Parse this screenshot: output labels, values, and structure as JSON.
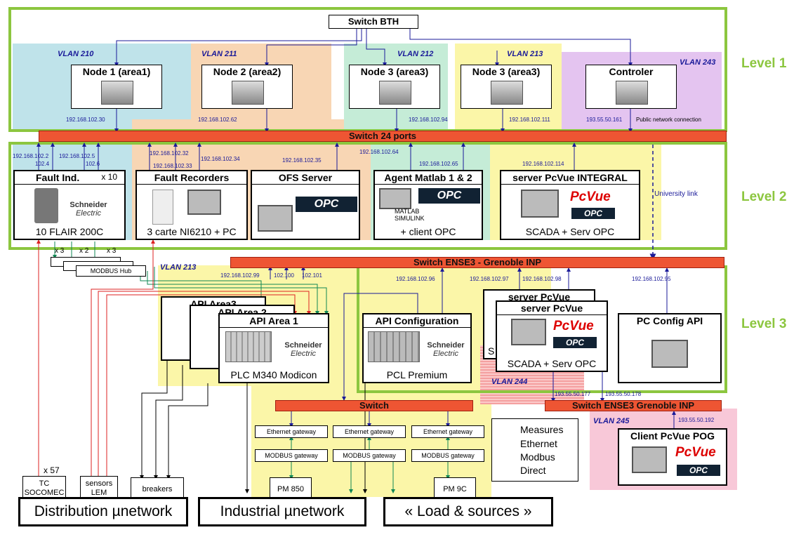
{
  "colors": {
    "level_border": "#8cc63f",
    "switch": "#ee5533",
    "ethernet": "#1a1a99",
    "measures": "#dd2222",
    "modbus": "#118855",
    "direct": "#000000"
  },
  "vlans": {
    "v210": "VLAN 210",
    "v211": "VLAN 211",
    "v212": "VLAN 212",
    "v213a": "VLAN 213",
    "v243": "VLAN 243",
    "v213b": "VLAN 213",
    "v244": "VLAN 244",
    "v245": "VLAN 245"
  },
  "levels": {
    "l1": "Level 1",
    "l2": "Level 2",
    "l3": "Level 3"
  },
  "switches": {
    "bth": "Switch BTH",
    "s24": "Switch 24 ports",
    "ense3": "Switch ENSE3 - Grenoble INP",
    "ense3b": "Switch ENSE3 Grenoble INP",
    "sw": "Switch"
  },
  "level1_nodes": [
    {
      "title": "Node 1 (area1)",
      "ip": "192.168.102.30"
    },
    {
      "title": "Node 2 (area2)",
      "ip": "192.168.102.62"
    },
    {
      "title": "Node 3 (area3)",
      "ip": "192.168.102.94"
    },
    {
      "title": "Node 3 (area3)",
      "ip": "192.168.102.111"
    },
    {
      "title": "Controler",
      "ip": "193.55.50.161",
      "extra": "Public network connection"
    }
  ],
  "level2": {
    "fault_ind": {
      "title": "Fault Ind.",
      "mult": "x 10",
      "bottom": "10 FLAIR 200C",
      "brand": "Schneider",
      "brand2": "Electric"
    },
    "fault_rec": {
      "title": "Fault Recorders",
      "bottom": "3 carte NI6210 + PC"
    },
    "ofs": {
      "title": "OFS Server"
    },
    "agent": {
      "title": "Agent Matlab 1 & 2",
      "bottom": "+ client OPC",
      "matlab": "MATLAB",
      "simulink": "SIMULINK"
    },
    "pcvue": {
      "title": "server PcVue INTEGRAL",
      "bottom": "SCADA + Serv OPC"
    },
    "univ": "University link",
    "opc": "OPC",
    "pcvue_logo": "PcVue",
    "ips": [
      "192.168.102.2",
      "102.4",
      "192.168.102.5",
      "102.6",
      "192.168.102.32",
      "192.168.102.33",
      "192.168.102.34",
      "192.168.102.35",
      "192.168.102.64",
      "192.168.102.65",
      "192.168.102.114"
    ]
  },
  "hub": {
    "mults": [
      "x 3",
      "x 2",
      "x 3"
    ],
    "label": "MODBUS Hub"
  },
  "level3": {
    "api3": "API Area3",
    "api2": "API Area 2",
    "api1": "API Area 1",
    "api_bottom": "PLC M340 Modicon",
    "apic": "API Configuration",
    "apic_bottom": "PCL Premium",
    "srv1": "server PcVue",
    "srv2": "server PcVue",
    "srv_bottom": "SCADA + Serv OPC",
    "srv_s": "S",
    "pcconf": "PC Config API",
    "ips": [
      "192.168.102.99",
      "102.100",
      "102.101",
      "192.168.102.96",
      "192.168.102.97",
      "192.168.102.98",
      "192.168.102.95",
      "193.55.50.177",
      "193.55.50.178",
      "193.55.50.192"
    ]
  },
  "client": {
    "title": "Client PcVue POG"
  },
  "gateways": {
    "eth": [
      "Ethernet gateway",
      "Ethernet gateway",
      "Ethernet gateway"
    ],
    "modbus": [
      "MODBUS gateway",
      "MODBUS gateway",
      "MODBUS gateway"
    ]
  },
  "field": {
    "x57": "x 57",
    "tc": "TC",
    "socomec": "SOCOMEC",
    "sensors": "sensors",
    "lem": "LEM",
    "breakers": "breakers",
    "pm850": "PM 850",
    "pm9c": "PM 9C"
  },
  "bottom": {
    "dist": "Distribution µnetwork",
    "ind": "Industrial µnetwork",
    "load": "« Load & sources »"
  },
  "legend": [
    {
      "label": "Measures",
      "color": "#dd2222"
    },
    {
      "label": "Ethernet",
      "color": "#1a1a99"
    },
    {
      "label": "Modbus",
      "color": "#118855"
    },
    {
      "label": "Direct",
      "color": "#000000"
    }
  ]
}
